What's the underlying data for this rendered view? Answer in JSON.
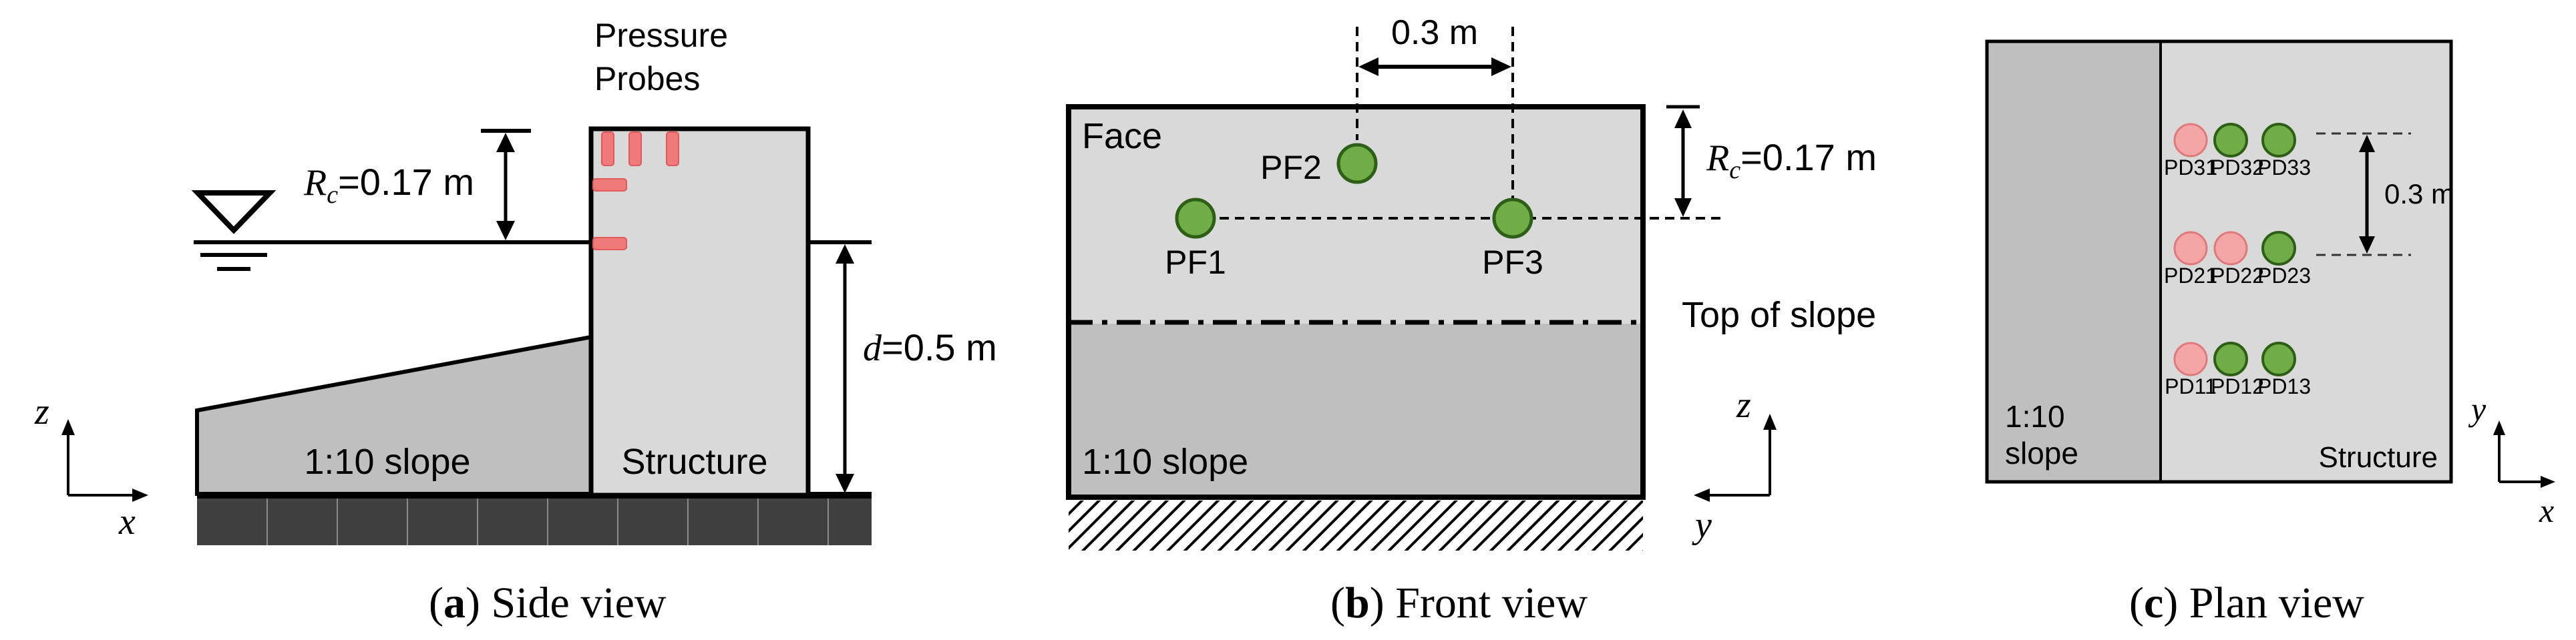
{
  "colors": {
    "panel_fill": "#d9d9d9",
    "slope_fill": "#bfbfbf",
    "probe_red": "#f4a6a6",
    "probe_red_stroke": "#e0797a",
    "probe_green": "#70ad47",
    "probe_green_stroke": "#2e5f17",
    "ground": "#404040",
    "line": "#000000"
  },
  "side_view": {
    "probes_label_line1": "Pressure",
    "probes_label_line2": "Probes",
    "rc_symbol": "R",
    "rc_sub": "c",
    "rc_value": "=0.17 m",
    "d_symbol": "d",
    "d_value": "=0.5 m",
    "slope_label": "1:10 slope",
    "structure_label": "Structure",
    "axis_z": "z",
    "axis_x": "x",
    "caption_letter": "a",
    "caption_text": " Side view"
  },
  "front_view": {
    "face_label": "Face",
    "spacing_label": "0.3 m",
    "rc_symbol": "R",
    "rc_sub": "c",
    "rc_value": "=0.17 m",
    "probes": [
      "PF1",
      "PF2",
      "PF3"
    ],
    "top_of_slope_label": "Top of slope",
    "slope_label": "1:10 slope",
    "axis_z": "z",
    "axis_y": "y",
    "caption_letter": "b",
    "caption_text": " Front view"
  },
  "plan_view": {
    "slope_label_line1": "1:10",
    "slope_label_line2": "slope",
    "structure_label": "Structure",
    "spacing_label": "0.3 m",
    "probe_rows": [
      [
        "PD31",
        "PD32",
        "PD33"
      ],
      [
        "PD21",
        "PD22",
        "PD23"
      ],
      [
        "PD11",
        "PD12",
        "PD13"
      ]
    ],
    "probe_colors": [
      [
        "red",
        "green",
        "green"
      ],
      [
        "red",
        "red",
        "green"
      ],
      [
        "red",
        "green",
        "green"
      ]
    ],
    "axis_y": "y",
    "axis_x": "x",
    "caption_letter": "c",
    "caption_text": " Plan view"
  }
}
